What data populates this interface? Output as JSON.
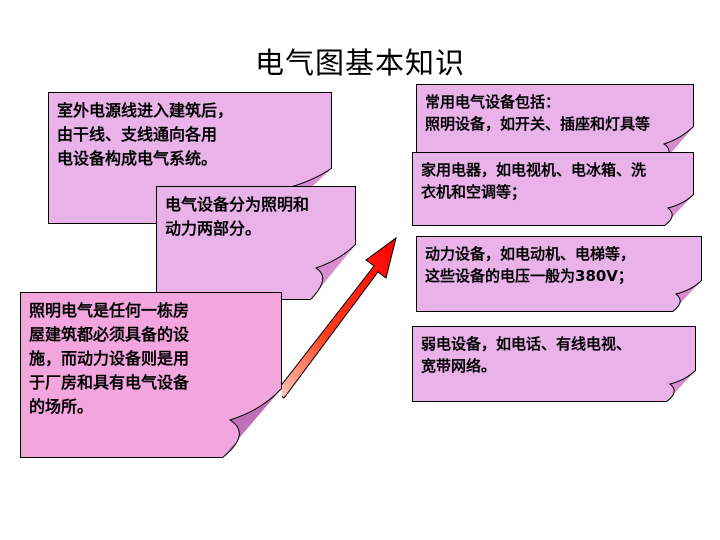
{
  "title": "电气图基本知识",
  "notes": {
    "outdoor_power": "室外电源线进入建筑后，\n由干线、支线通向各用\n电设备构成电气系统。",
    "two_parts": "电气设备分为照明和\n动力两部分。",
    "lighting_vs_power": "照明电气是任何一栋房\n屋建筑都必须具备的设\n施，而动力设备则是用\n于厂房和具有电气设备\n的场所。",
    "common_devices": "常用电气设备包括：\n照明设备，如开关、插座和灯具等",
    "appliances": "家用电器，如电视机、电冰箱、洗\n衣机和空调等；",
    "power_devices": "动力设备，如电动机、电梯等，\n这些设备的电压一般为380V；",
    "weak_current": "弱电设备，如电话、有线电视、\n宽带网络。"
  },
  "colors": {
    "pink_fill": "#f2a6dd",
    "violet_fill": "#e9b3ea",
    "arrow": "#ff0000"
  }
}
